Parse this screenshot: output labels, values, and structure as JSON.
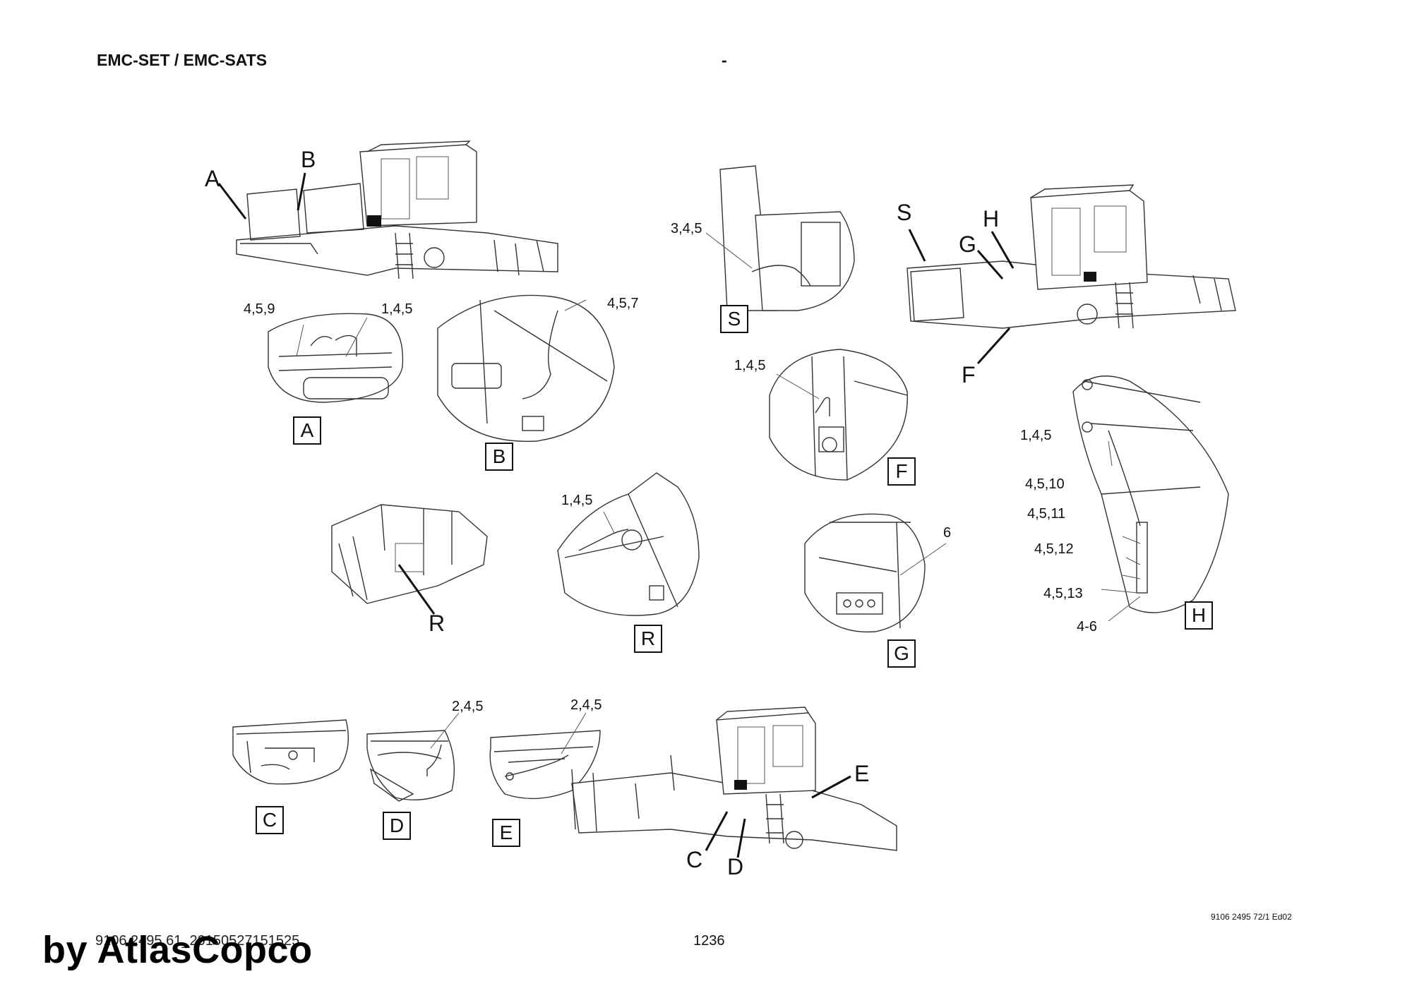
{
  "header": {
    "title": "EMC-SET / EMC-SATS",
    "dash": "-"
  },
  "callouts": {
    "A": [
      "4,5,9",
      "1,4,5"
    ],
    "B": [
      "4,5,7"
    ],
    "S": [
      "3,4,5"
    ],
    "F": [
      "1,4,5"
    ],
    "R": [
      "1,4,5"
    ],
    "G": [
      "6"
    ],
    "H": [
      "1,4,5",
      "4,5,10",
      "4,5,11",
      "4,5,12",
      "4,5,13",
      "4-6"
    ],
    "D": [
      "2,4,5"
    ],
    "E": [
      "2,4,5"
    ]
  },
  "detail_boxes": [
    "A",
    "B",
    "S",
    "F",
    "R",
    "G",
    "H",
    "C",
    "D",
    "E"
  ],
  "view_letters": {
    "top_left": [
      "A",
      "B"
    ],
    "top_right": [
      "S",
      "H",
      "G",
      "F"
    ],
    "middle": [
      "R"
    ],
    "bottom": [
      "E",
      "C",
      "D"
    ]
  },
  "footer": {
    "code": "9106 2495 61_20150527151525",
    "page": "1236",
    "docref": "9106 2495 72/1 Ed02",
    "watermark": "by AtlasCopco"
  }
}
